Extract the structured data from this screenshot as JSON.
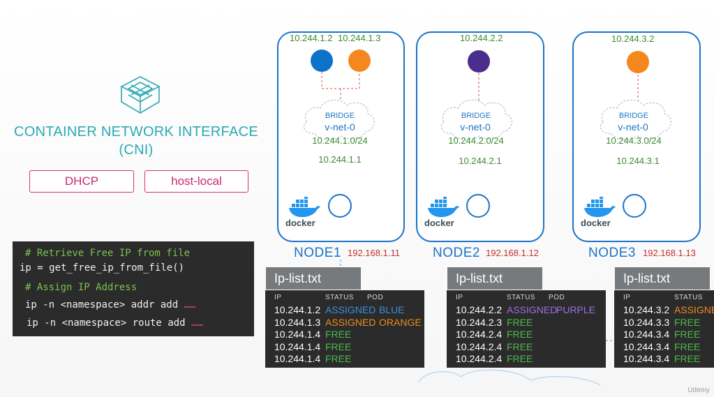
{
  "left": {
    "title_line1": "CONTAINER NETWORK INTERFACE",
    "title_line2": "(CNI)",
    "buttons": [
      "DHCP",
      "host-local"
    ],
    "code": {
      "comment1": "# Retrieve Free IP from file",
      "line1": "ip = get_free_ip_from_file()",
      "comment2": "# Assign IP Address",
      "line2": "ip -n <namespace> addr add",
      "line3": "ip -n <namespace> route add",
      "dots": "……"
    }
  },
  "nodes": [
    {
      "name": "NODE1",
      "ip": "192.168.1.11",
      "pods": [
        {
          "ip": "10.244.1.2",
          "color": "#0f72c9"
        },
        {
          "ip": "10.244.1.3",
          "color": "#f5871f"
        }
      ],
      "bridge": "BRIDGE",
      "vnet": "v-net-0",
      "subnet": "10.244.1.0/24",
      "gateway": "10.244.1.1",
      "docker": "docker",
      "iplist": {
        "title": "Ip-list.txt",
        "headers": [
          "IP",
          "STATUS",
          "POD"
        ],
        "rows": [
          {
            "ip": "10.244.1.2",
            "status": "ASSIGNED",
            "pod": "BLUE",
            "cls": "st-assigned-blue"
          },
          {
            "ip": "10.244.1.3",
            "status": "ASSIGNED",
            "pod": "ORANGE",
            "cls": "st-assigned-orange"
          },
          {
            "ip": "10.244.1.4",
            "status": "FREE",
            "pod": "",
            "cls": "st-free"
          },
          {
            "ip": "10.244.1.4",
            "status": "FREE",
            "pod": "",
            "cls": "st-free"
          },
          {
            "ip": "10.244.1.4",
            "status": "FREE",
            "pod": "",
            "cls": "st-free"
          }
        ]
      }
    },
    {
      "name": "NODE2",
      "ip": "192.168.1.12",
      "pods": [
        {
          "ip": "10.244.2.2",
          "color": "#4a2d8c"
        }
      ],
      "bridge": "BRIDGE",
      "vnet": "v-net-0",
      "subnet": "10.244.2.0/24",
      "gateway": "10.244.2.1",
      "docker": "docker",
      "iplist": {
        "title": "Ip-list.txt",
        "headers": [
          "IP",
          "STATUS",
          "POD"
        ],
        "rows": [
          {
            "ip": "10.244.2.2",
            "status": "ASSIGNED",
            "pod": "PURPLE",
            "cls": "st-assigned-purple"
          },
          {
            "ip": "10.244.2.3",
            "status": "FREE",
            "pod": "",
            "cls": "st-free"
          },
          {
            "ip": "10.244.2.4",
            "status": "FREE",
            "pod": "",
            "cls": "st-free"
          },
          {
            "ip": "10.244.2.4",
            "status": "FREE",
            "pod": "",
            "cls": "st-free"
          },
          {
            "ip": "10.244.2.4",
            "status": "FREE",
            "pod": "",
            "cls": "st-free"
          }
        ]
      }
    },
    {
      "name": "NODE3",
      "ip": "192.168.1.13",
      "pods": [
        {
          "ip": "10.244.3.2",
          "color": "#f5871f"
        }
      ],
      "bridge": "BRIDGE",
      "vnet": "v-net-0",
      "subnet": "10.244.3.0/24",
      "gateway": "10.244.3.1",
      "docker": "docker",
      "iplist": {
        "title": "Ip-list.txt",
        "headers": [
          "IP",
          "STATUS"
        ],
        "rows": [
          {
            "ip": "10.244.3.2",
            "status": "ASSIGNE",
            "pod": "",
            "cls": "st-assigned-orange"
          },
          {
            "ip": "10.244.3.3",
            "status": "FREE",
            "pod": "",
            "cls": "st-free"
          },
          {
            "ip": "10.244.3.4",
            "status": "FREE",
            "pod": "",
            "cls": "st-free"
          },
          {
            "ip": "10.244.3.4",
            "status": "FREE",
            "pod": "",
            "cls": "st-free"
          },
          {
            "ip": "10.244.3.4",
            "status": "FREE",
            "pod": "",
            "cls": "st-free"
          }
        ]
      }
    }
  ],
  "watermark": "Udemy"
}
